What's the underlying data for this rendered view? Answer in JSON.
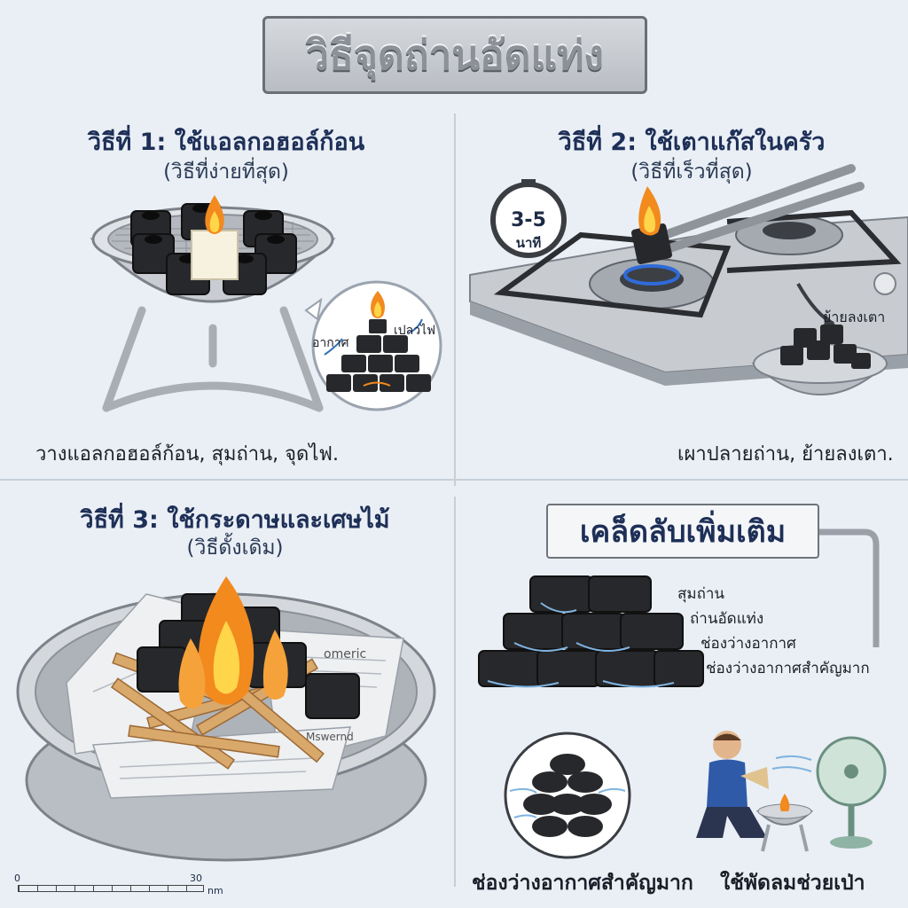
{
  "page_title": "วิธีจุดถ่านอัดแท่ง",
  "method1": {
    "heading": "วิธีที่ 1: ใช้แอลกอฮอล์ก้อน",
    "subheading": "(วิธีที่ง่ายที่สุด)",
    "caption": "วางแอลกอฮอล์ก้อน, สุมถ่าน, จุดไฟ.",
    "inset_air_label": "อากาศ",
    "inset_flame_label": "เปลวไฟ"
  },
  "method2": {
    "heading": "วิธีที่ 2: ใช้เตาแก๊สในครัว",
    "subheading": "(วิธีที่เร็วที่สุด)",
    "timer_value": "3-5",
    "timer_unit": "นาที",
    "move_label": "ย้ายลงเตา",
    "caption": "เผาปลายถ่าน, ย้ายลงเตา."
  },
  "method3": {
    "heading": "วิธีที่ 3: ใช้กระดาษและเศษไม้",
    "subheading": "(วิธีดั้งเดิม)",
    "newspaper_text_1": "omeric",
    "newspaper_text_2": "Mswernd"
  },
  "tips": {
    "heading": "เคล็ดลับเพิ่มเติม",
    "labels": [
      "สุมถ่าน",
      "ถ่านอัดแท่ง",
      "ช่องว่างอากาศ",
      "ช่องว่างอากาศสำคัญมาก"
    ],
    "caption_left": "ช่องว่างอากาศสำคัญมาก",
    "caption_right": "ใช้พัดลมช่วยเป่า"
  },
  "scale_bar": {
    "start": "0",
    "end": "30",
    "unit": "nm"
  },
  "colors": {
    "background": "#e9eff5",
    "heading": "#1e2f57",
    "flame": "#f28a1e",
    "gas_flame": "#2f6bd8",
    "charcoal": "#1f2022",
    "steel": "#c3c8ce"
  }
}
